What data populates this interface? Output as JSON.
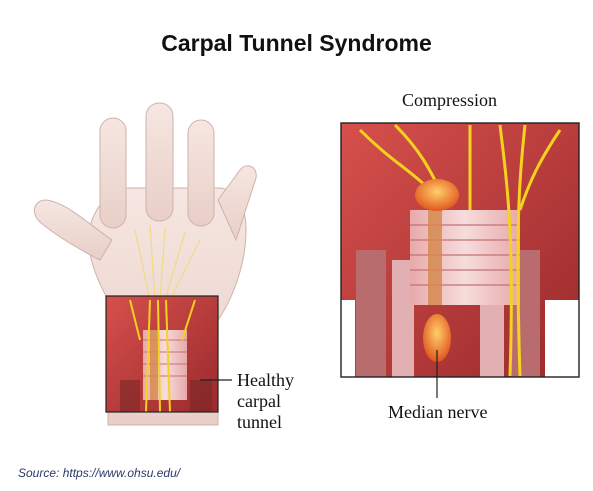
{
  "title": "Carpal Tunnel Syndrome",
  "left_panel": {
    "label_lines": [
      "Healthy",
      "carpal",
      "tunnel"
    ]
  },
  "right_panel": {
    "top_label": "Compression",
    "bottom_label": "Median nerve"
  },
  "source": "Source: https://www.ohsu.edu/",
  "colors": {
    "skin": "#f0dcd6",
    "muscle": "#c0393b",
    "tendon": "#f2c9c9",
    "nerve": "#f4d21f",
    "ligament": "#d27e4e",
    "frame": "#222222"
  }
}
